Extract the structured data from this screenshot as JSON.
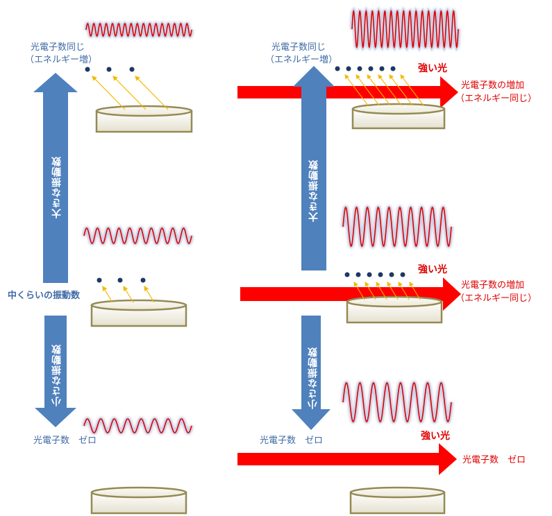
{
  "left": {
    "top_note": [
      "光電子数同じ",
      "（エネルギー増）"
    ],
    "arrow_up_label": "大きな振動数",
    "mid_label": "中くらいの振動数",
    "arrow_down_label": "小さな振動数",
    "bottom_note": "光電子数　ゼロ"
  },
  "right": {
    "top_note": [
      "光電子数同じ",
      "（エネルギー増）"
    ],
    "arrow_up_label": "大きな振動数",
    "arrow_down_label": "小さな振動数",
    "bottom_note": "光電子数　ゼロ",
    "strong_light_1": "強い光",
    "strong_light_2": "強い光",
    "strong_light_3": "強い光",
    "result_1": [
      "光電子数の増加",
      "（エネルギー同じ）"
    ],
    "result_2": [
      "光電子数の増加",
      "（エネルギー同じ）"
    ],
    "result_3": "光電子数　ゼロ"
  },
  "colors": {
    "arrow_blue": "#4f81bd",
    "arrow_red": "#ff0000",
    "wave_red": "#e00000",
    "electron": "#1f3864",
    "photon_arrow": "#f5b800",
    "plate_rim": "#948a54"
  }
}
